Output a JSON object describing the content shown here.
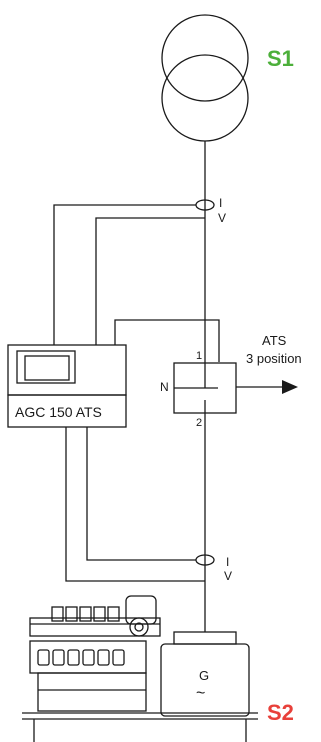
{
  "sources": {
    "s1": {
      "label": "S1",
      "color": "#4caf3a"
    },
    "s2": {
      "label": "S2",
      "color": "#e8403a"
    }
  },
  "controller": {
    "label": "AGC 150 ATS"
  },
  "ats": {
    "title_line1": "ATS",
    "title_line2": "3 position",
    "terminal_1": "1",
    "terminal_2": "2",
    "terminal_n": "N"
  },
  "measurements": {
    "upper": {
      "current": "I",
      "voltage": "V"
    },
    "lower": {
      "current": "I",
      "voltage": "V"
    }
  },
  "generator": {
    "label": "G",
    "symbol": "~"
  }
}
